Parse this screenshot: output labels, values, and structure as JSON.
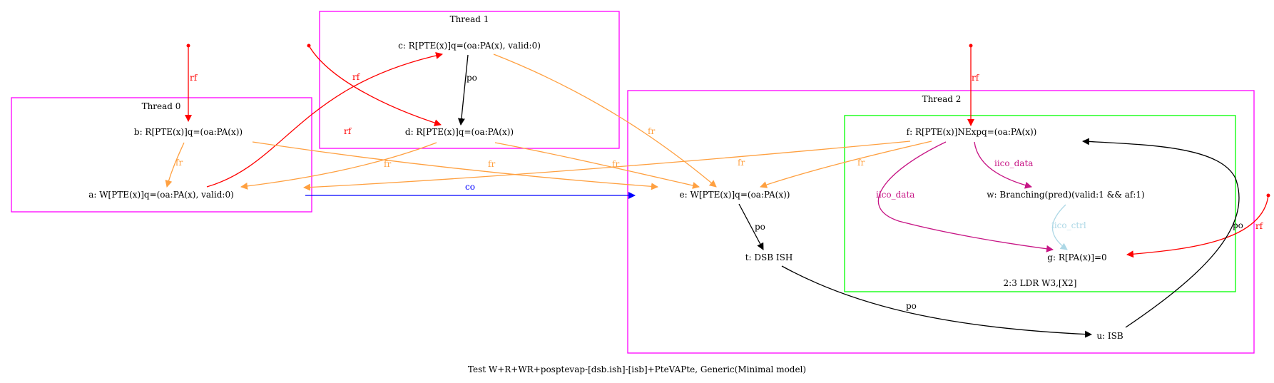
{
  "caption": "Test W+R+WR+posptevap-[dsb.ish]-[isb]+PteVAPte, Generic(Minimal model)",
  "clusters": {
    "thread0": "Thread 0",
    "thread1": "Thread 1",
    "thread2": "Thread 2",
    "instr": "2:3 LDR W3,[X2]"
  },
  "nodes": {
    "a": "a: W[PTE(x)]q=(oa:PA(x), valid:0)",
    "b": "b: R[PTE(x)]q=(oa:PA(x))",
    "c": "c: R[PTE(x)]q=(oa:PA(x), valid:0)",
    "d": "d: R[PTE(x)]q=(oa:PA(x))",
    "e": "e: W[PTE(x)]q=(oa:PA(x))",
    "t": "t: DSB ISH",
    "u": "u: ISB",
    "f": "f: R[PTE(x)]NExpq=(oa:PA(x))",
    "w": "w: Branching(pred)(valid:1 && af:1)",
    "g": "g: R[PA(x)]=0"
  },
  "edge_labels": {
    "rf": "rf",
    "fr": "fr",
    "po": "po",
    "co": "co",
    "iico_data": "iico_data",
    "iico_ctrl": "iico_ctrl"
  },
  "colors": {
    "cluster_thread": "#ff00ff",
    "cluster_instr": "#00ff00",
    "rf": "#ff0000",
    "fr": "#ffa040",
    "po": "#000000",
    "co": "#0000ff",
    "iico_data": "#c71585",
    "iico_ctrl": "#add8e6"
  }
}
